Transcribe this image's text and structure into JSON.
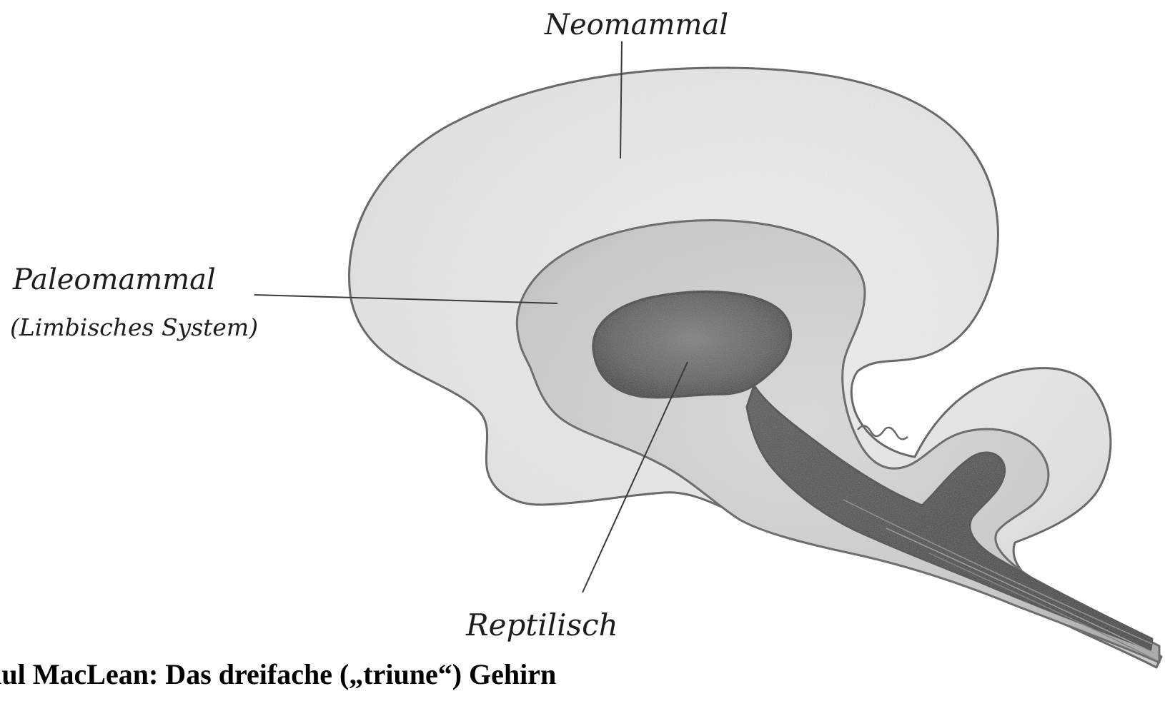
{
  "labels": {
    "neomammal": "Neomammal",
    "paleomammal": "Paleomammal",
    "limbic": "(Limbisches System)",
    "reptilian": "Reptilisch"
  },
  "caption": "Paul MacLean: Das dreifache („triune“) Gehirn",
  "colors": {
    "neomammal_fill": "#e9e9e9",
    "paleomammal_fill": "#cfcfcf",
    "reptilian_fill": "#585858",
    "outline": "#555555",
    "leader_line": "#3a3a3a"
  }
}
